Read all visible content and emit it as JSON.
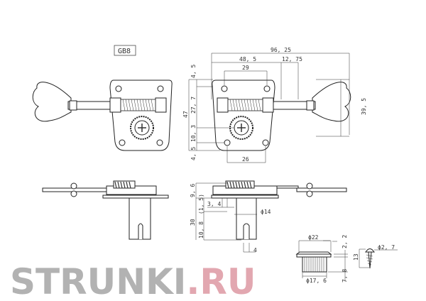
{
  "model_label": "GB8",
  "watermark": {
    "text_a": "STRUNKI",
    "text_b": ".RU"
  },
  "dimensions": {
    "overall_length": "96, 25",
    "to_post": "48, 5",
    "shaft": "12, 75",
    "hole_spacing_top": "29",
    "hole_spacing_bottom": "26",
    "plate_height": "47",
    "top_offset": "4, 5",
    "mid": "27, 7",
    "post_to_hole": "10, 3",
    "bottom_offset": "4, 5",
    "key_height": "39, 5",
    "side_height": "9, 6",
    "post_length": "30",
    "pin_offset": "(1, 5)",
    "pin_width": "3, 4",
    "post_dia": "ϕ14",
    "slot_depth": "10, 8",
    "slot_width": "4",
    "bushing_dia": "ϕ22",
    "bushing_flange": "2, 2",
    "bushing_body": "ϕ17, 6",
    "bushing_height": "7, 8",
    "screw_dia": "ϕ2, 7",
    "screw_length": "13"
  }
}
